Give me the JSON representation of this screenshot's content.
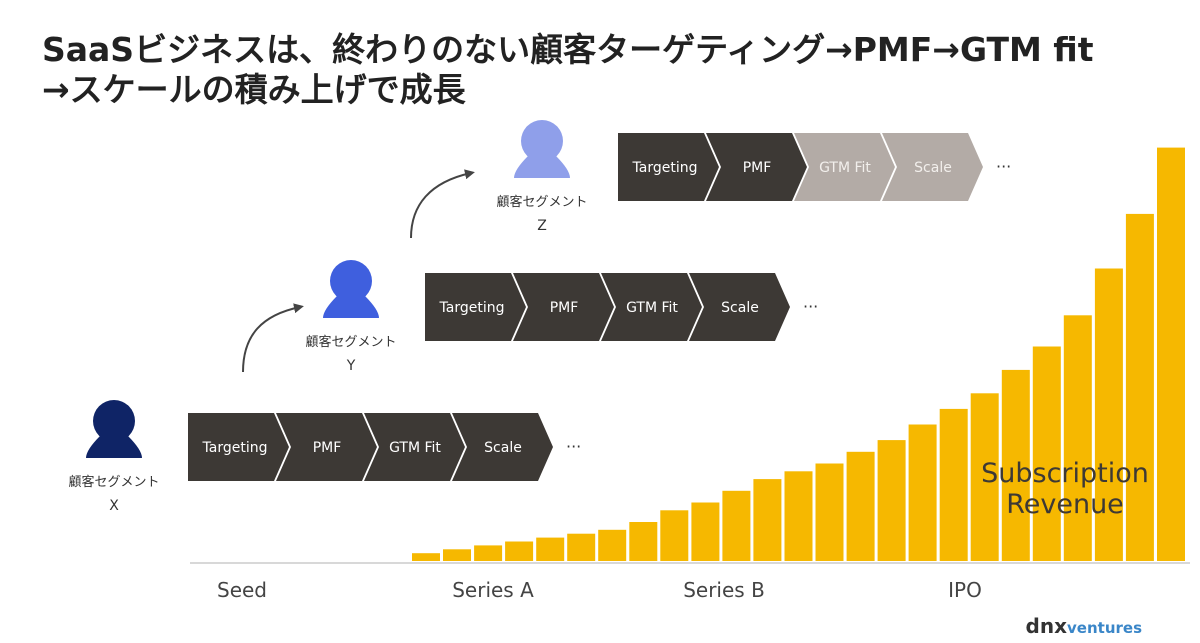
{
  "title": {
    "line1": "SaaSビジネスは、終わりのない顧客ターゲティング→PMF→GTM fit",
    "line2": "→スケールの積み上げで成長"
  },
  "colors": {
    "dark_step": "#3d3935",
    "light_step": "#b3aba6",
    "bar": "#f6b800",
    "person_x": "#0f2466",
    "person_y": "#3f5fde",
    "person_z": "#8f9fea",
    "arrow": "#444444",
    "text": "#333333"
  },
  "segments": [
    {
      "label": "顧客セグメント",
      "letter": "X",
      "steps": [
        {
          "label": "Targeting",
          "style": "dark"
        },
        {
          "label": "PMF",
          "style": "dark"
        },
        {
          "label": "GTM Fit",
          "style": "dark"
        },
        {
          "label": "Scale",
          "style": "dark"
        }
      ],
      "ellipsis": "···"
    },
    {
      "label": "顧客セグメント",
      "letter": "Y",
      "steps": [
        {
          "label": "Targeting",
          "style": "dark"
        },
        {
          "label": "PMF",
          "style": "dark"
        },
        {
          "label": "GTM Fit",
          "style": "dark"
        },
        {
          "label": "Scale",
          "style": "dark"
        }
      ],
      "ellipsis": "···"
    },
    {
      "label": "顧客セグメント",
      "letter": "Z",
      "steps": [
        {
          "label": "Targeting",
          "style": "dark"
        },
        {
          "label": "PMF",
          "style": "dark"
        },
        {
          "label": "GTM Fit",
          "style": "light"
        },
        {
          "label": "Scale",
          "style": "light"
        }
      ],
      "ellipsis": "···"
    }
  ],
  "chart_data": {
    "type": "bar",
    "series": [
      {
        "name": "Subscription Revenue",
        "values": [
          2,
          3,
          4,
          5,
          6,
          7,
          8,
          10,
          13,
          15,
          18,
          21,
          23,
          25,
          28,
          31,
          35,
          39,
          43,
          49,
          55,
          63,
          75,
          89,
          106
        ]
      }
    ],
    "series_label_line1": "Subscription",
    "series_label_line2": "Revenue",
    "stage_labels": [
      "Seed",
      "Series A",
      "Series B",
      "IPO"
    ],
    "ylim": [
      0,
      110
    ],
    "grid": false,
    "legend": "none"
  },
  "brand": {
    "name_bold": "dnx",
    "name_light": "ventures"
  }
}
